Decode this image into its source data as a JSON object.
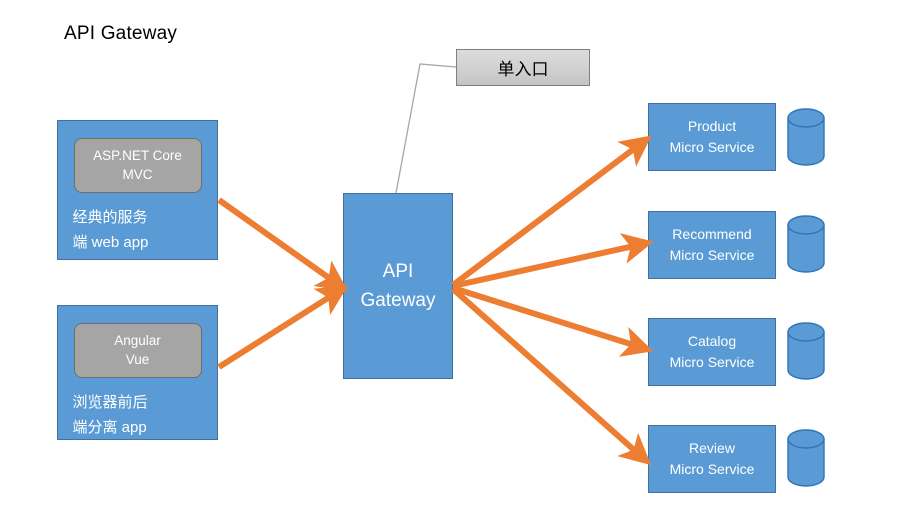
{
  "title": "API Gateway",
  "colors": {
    "blue_fill": "#5B9BD5",
    "blue_border": "#41719C",
    "gray_chip": "#A5A5A5",
    "gray_chip_border": "#6E6E6E",
    "arrow_orange": "#ED7D31",
    "callout_border": "#7F7F7F",
    "leader_line": "#A6A6A6",
    "text_white": "#FFFFFF",
    "text_black": "#000000"
  },
  "clients": [
    {
      "id": "server-side-web-app",
      "tech": "ASP.NET Core\nMVC",
      "description": "经典的服务\n端 web app"
    },
    {
      "id": "spa-browser-app",
      "tech": "Angular\nVue",
      "description": "浏览器前后\n端分离 app"
    }
  ],
  "gateway": {
    "label": "API\nGateway"
  },
  "callout": {
    "label": "单入口"
  },
  "services": [
    {
      "id": "product",
      "label": "Product\nMicro Service",
      "database": "database-cylinder"
    },
    {
      "id": "recommend",
      "label": "Recommend\nMicro Service",
      "database": "database-cylinder"
    },
    {
      "id": "catalog",
      "label": "Catalog\nMicro Service",
      "database": "database-cylinder"
    },
    {
      "id": "review",
      "label": "Review\nMicro Service",
      "database": "database-cylinder"
    }
  ]
}
